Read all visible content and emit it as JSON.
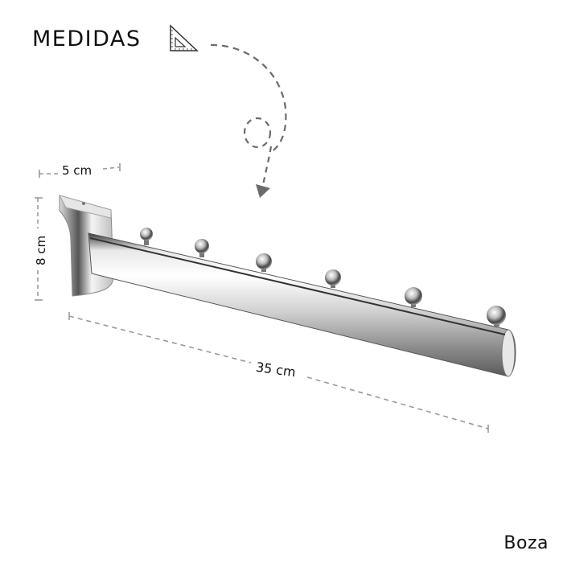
{
  "header": {
    "title": "MEDIDAS",
    "icon": "set-square-ruler-icon"
  },
  "product": {
    "name": "slatwall waterfall faceout bracket",
    "hooks": 6,
    "finish": "chrome"
  },
  "dimensions": {
    "width": "5 cm",
    "height": "8 cm",
    "length": "35 cm"
  },
  "decorations": {
    "arrow": "dashed-curved-arrow-icon"
  },
  "brand": {
    "name": "Boza"
  },
  "colors": {
    "text": "#111111",
    "dash": "#9a9a9a",
    "arrow": "#6b6b6b",
    "chrome_light": "#f2f2f2",
    "chrome_dark": "#4a4a4a"
  }
}
